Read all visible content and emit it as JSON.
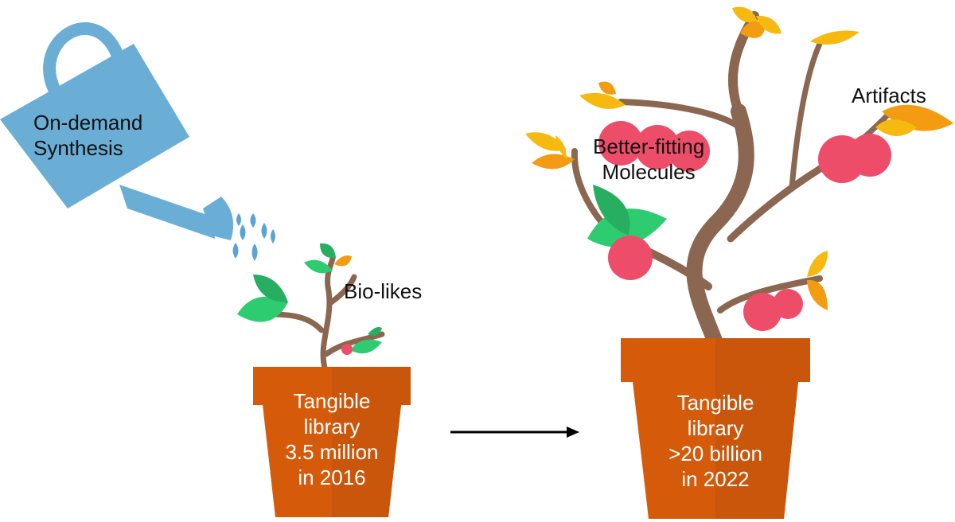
{
  "labels": {
    "watering_can": [
      "On-demand",
      "Synthesis"
    ],
    "bio_likes": "Bio-likes",
    "better_fitting": [
      "Better-fitting",
      "Molecules"
    ],
    "artifacts": "Artifacts",
    "pot_2016": [
      "Tangible",
      "library",
      "3.5 million",
      "in 2016"
    ],
    "pot_2022": [
      "Tangible",
      "library",
      ">20 billion",
      "in 2022"
    ]
  },
  "colors": {
    "can": "#6aaed6",
    "water": "#5ba3d6",
    "pot": "#d55b0a",
    "pot_shade": "#c0500a",
    "stem": "#8b6650",
    "leaf_green": "#2ecc71",
    "leaf_green_dark": "#27ae60",
    "leaf_yellow": "#f5b90f",
    "leaf_orange": "#f39c12",
    "fruit": "#ee4d6a",
    "arrow": "#000000"
  }
}
